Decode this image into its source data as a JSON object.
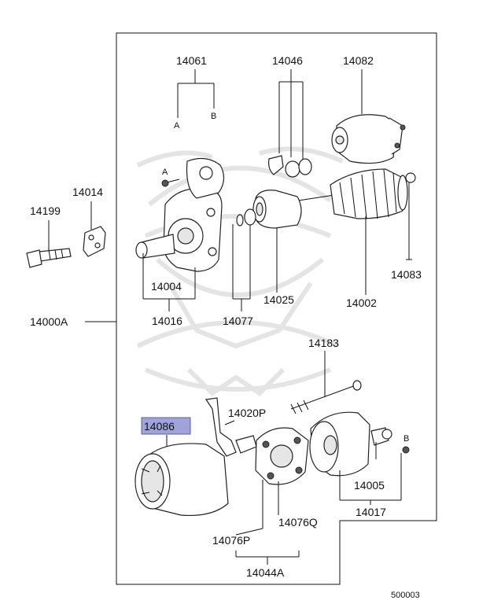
{
  "highlight_color": "#9fa3d8",
  "labels": {
    "p14061": "14061",
    "p14061_a": "A",
    "p14061_b": "B",
    "p14046": "14046",
    "p14082": "14082",
    "p14014": "14014",
    "p14199": "14199",
    "bolt_a": "A",
    "p14004": "14004",
    "p14016": "14016",
    "p14077": "14077",
    "p14025": "14025",
    "p14002": "14002",
    "p14083": "14083",
    "p14000a": "14000A",
    "p14183": "14183",
    "p14086": "14086",
    "p14020p": "14020P",
    "nut_b": "B",
    "p14005": "14005",
    "p14017": "14017",
    "p14076p": "14076P",
    "p14076q": "14076Q",
    "p14044a": "14044A",
    "diagram_code": "500003"
  }
}
